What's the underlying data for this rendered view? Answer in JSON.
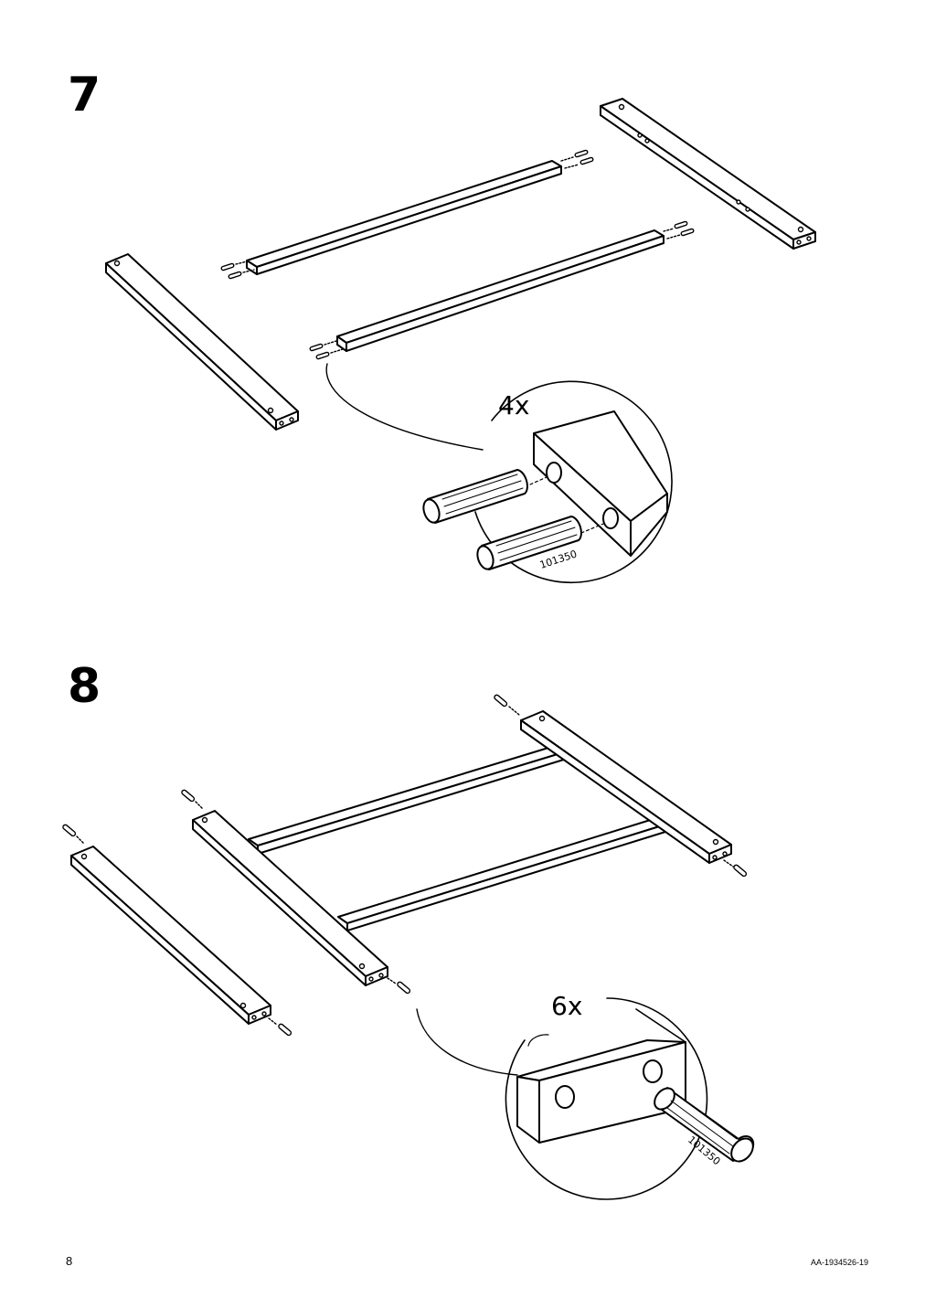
{
  "steps": [
    {
      "number": "7",
      "callout_quantity": "4x",
      "part_number": "101350"
    },
    {
      "number": "8",
      "callout_quantity": "6x",
      "part_number": "101350"
    }
  ],
  "footer": {
    "page_number": "8",
    "document_code": "AA-1934526-19"
  }
}
